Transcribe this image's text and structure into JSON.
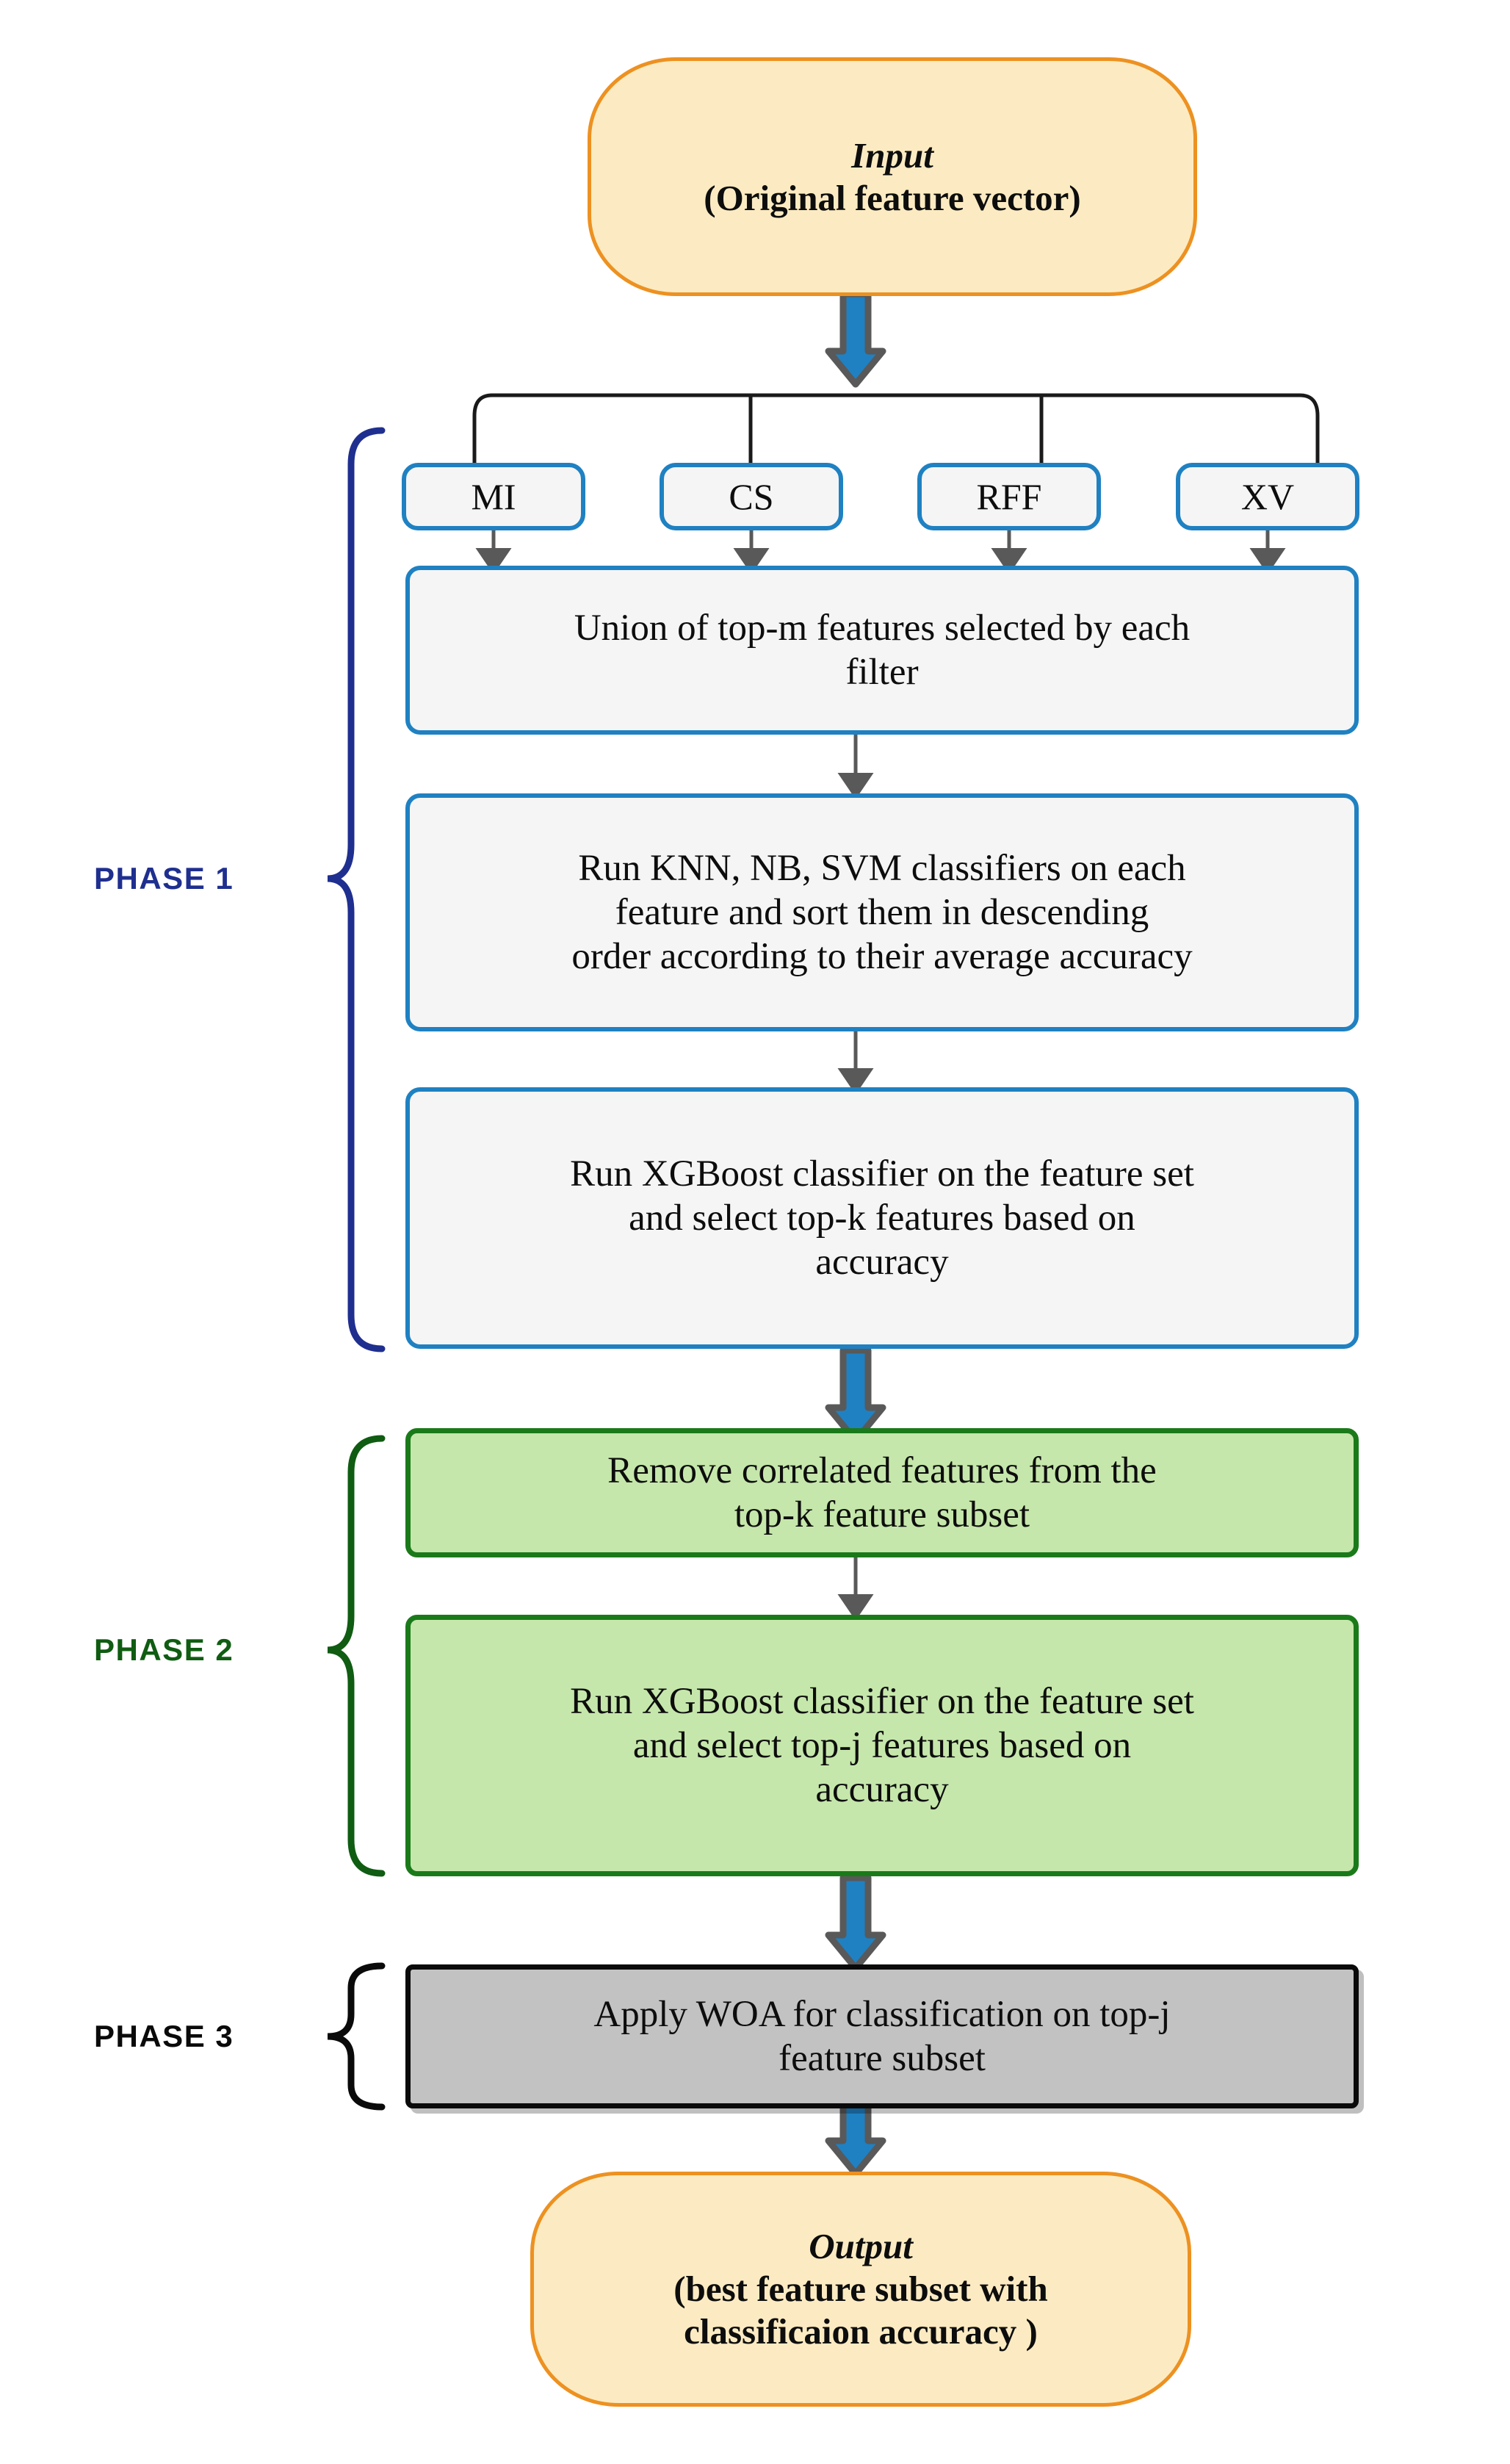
{
  "diagram": {
    "title_note": "three-phase feature selection flowchart",
    "colors": {
      "terminator_fill": "#fcebc2",
      "terminator_border": "#ed9121",
      "blue_border": "#1f81c2",
      "blue_fill": "#f5f5f5",
      "green_fill": "#c6e7ab",
      "green_border": "#1a7a1a",
      "gray_fill": "#c2c2c2",
      "gray_border": "#0a0a0a",
      "block_arrow": "#1f81c2",
      "block_arrow_outline": "#595959",
      "thin_arrow": "#595959",
      "phase1_label": "#1f2f8f",
      "phase2_label": "#0f5c12",
      "phase3_label": "#0a0a0a"
    }
  },
  "input_node": {
    "line1": "Input",
    "line2": "(Original feature vector)"
  },
  "filters": [
    {
      "label": "MI"
    },
    {
      "label": "CS"
    },
    {
      "label": "RFF"
    },
    {
      "label": "XV"
    }
  ],
  "phases": [
    {
      "id": "phase1",
      "label": "PHASE 1"
    },
    {
      "id": "phase2",
      "label": "PHASE 2"
    },
    {
      "id": "phase3",
      "label": "PHASE 3"
    }
  ],
  "phase1_steps": [
    {
      "id": "union",
      "text": "Union of top-m features selected by each\nfilter"
    },
    {
      "id": "rank",
      "text": "Run KNN, NB, SVM classifiers on each\nfeature and sort them in descending\norder according to their average accuracy"
    },
    {
      "id": "xgb_k",
      "text": "Run XGBoost classifier on  the feature set\nand select top-k features based on\naccuracy"
    }
  ],
  "phase2_steps": [
    {
      "id": "decorr",
      "text": "Remove correlated features from the\ntop-k feature subset"
    },
    {
      "id": "xgb_j",
      "text": "Run XGBoost classifier on the feature set\nand select top-j features based on\naccuracy"
    }
  ],
  "phase3_steps": [
    {
      "id": "woa",
      "text": "Apply WOA for classification on top-j\nfeature subset"
    }
  ],
  "output_node": {
    "line1": "Output",
    "line2": "(best feature subset with\nclassificaion accuracy )"
  }
}
